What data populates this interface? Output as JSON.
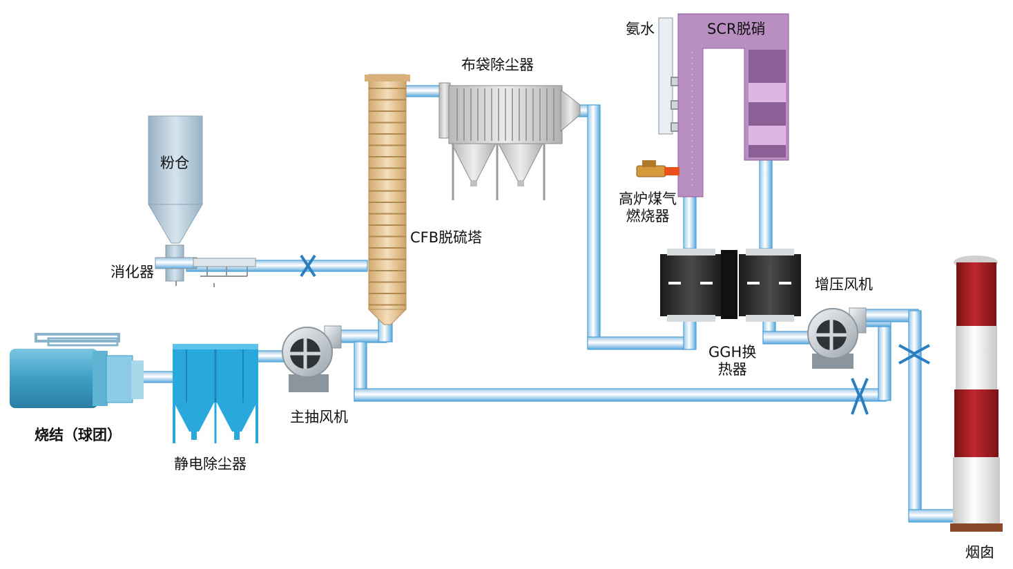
{
  "labels": {
    "sintering": "烧结（球团）",
    "esp": "静电除尘器",
    "main_fan": "主抽风机",
    "powder_bin": "粉仓",
    "digester": "消化器",
    "cfb_tower": "CFB脱硫塔",
    "bag_filter": "布袋除尘器",
    "ammonia": "氨水",
    "scr": "SCR脱硝",
    "bf_gas_burner_line1": "高炉煤气",
    "bf_gas_burner_line2": "燃烧器",
    "ggh_line1": "GGH换",
    "ggh_line2": "热器",
    "booster_fan": "增压风机",
    "chimney": "烟囱"
  },
  "colors": {
    "pipe_fill": "#e8ecf0",
    "pipe_edge": "#4aa0d8",
    "esp_blue": "#29a8dc",
    "motor_blue": "#3e9ec4",
    "tower_tan": "#e3c69a",
    "scr_purple": "#b98fc2",
    "chimney_red": "#a81e22",
    "ggh_dark": "#2a2a2a"
  }
}
